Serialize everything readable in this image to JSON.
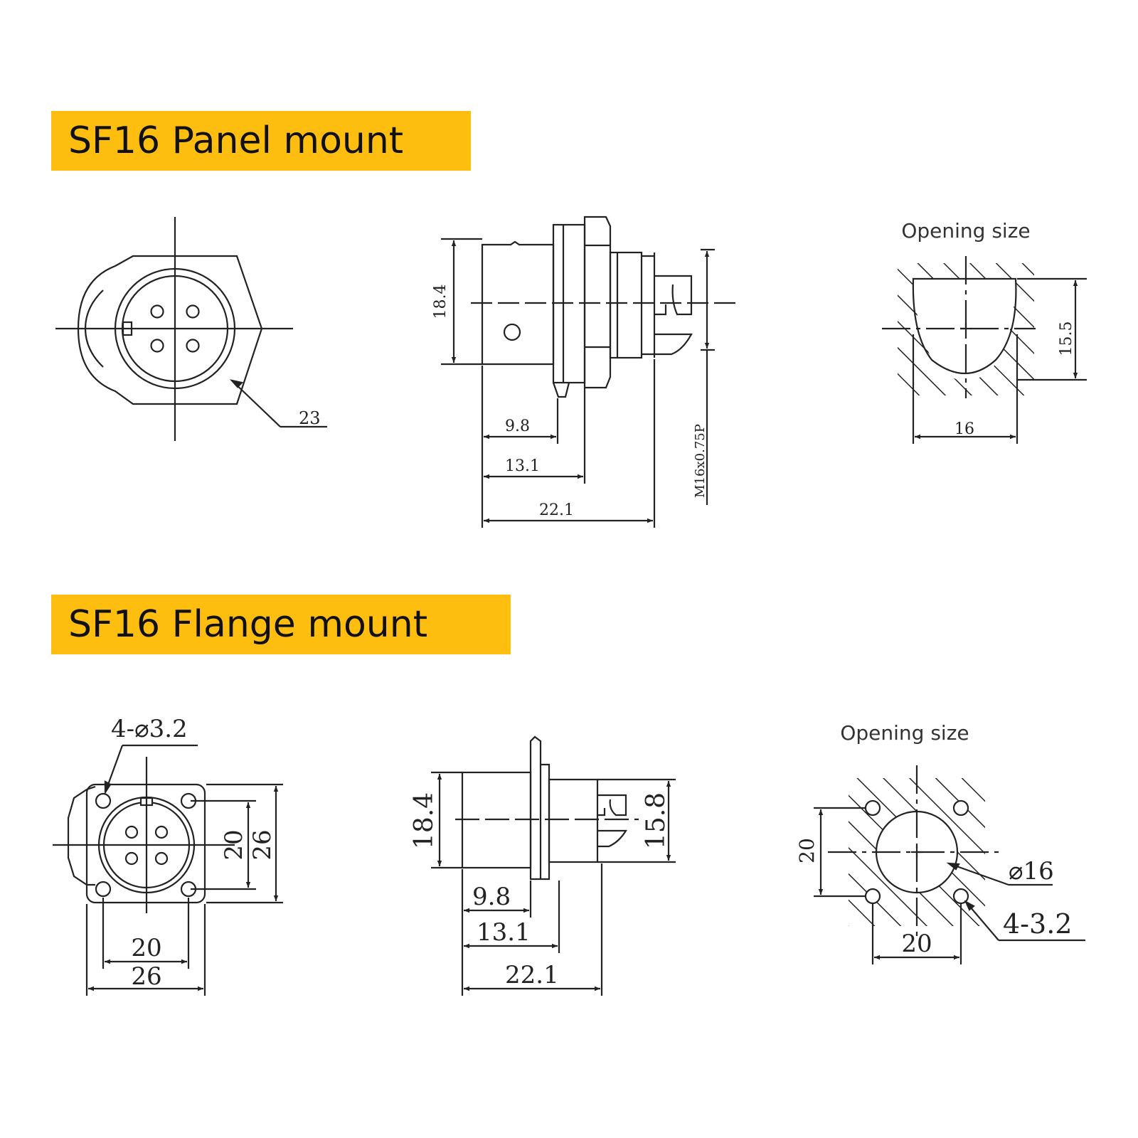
{
  "panel": {
    "title": "SF16 Panel mount",
    "opening_label": "Opening size",
    "dims": {
      "front_diameter": "23",
      "body_height": "18.4",
      "len_a": "9.8",
      "len_b": "13.1",
      "len_total": "22.1",
      "thread": "M16x0.75P",
      "opening_height": "15.5",
      "opening_width": "16"
    }
  },
  "flange": {
    "title": "SF16 Flange mount",
    "opening_label": "Opening size",
    "dims": {
      "holes": "4-⌀3.2",
      "hole_pitch_v": "20",
      "flange_h": "26",
      "hole_pitch_h": "20",
      "flange_w": "26",
      "body_height": "18.4",
      "rear_height": "15.8",
      "len_a": "9.8",
      "len_b": "13.1",
      "len_total": "22.1",
      "opening_pitch_v": "20",
      "opening_dia": "⌀16",
      "opening_holes": "4-3.2",
      "opening_pitch_h": "20"
    }
  },
  "colors": {
    "banner": "#fdbe10",
    "line": "#222222"
  }
}
